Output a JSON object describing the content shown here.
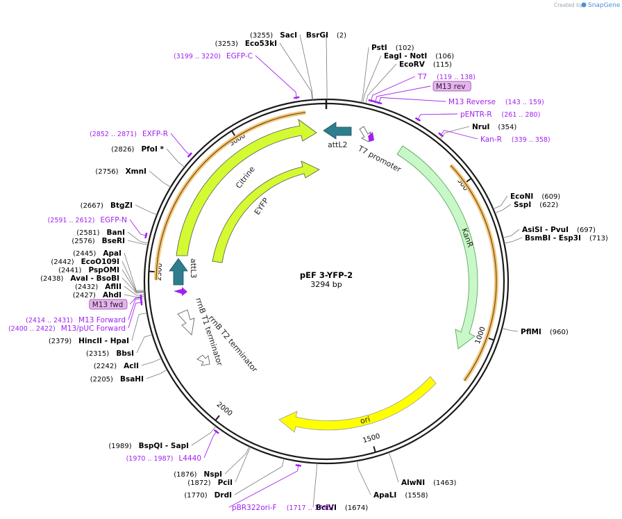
{
  "branding": {
    "prefix": "Created by",
    "name": "SnapGene"
  },
  "map": {
    "name": "pEF 3-YFP-2",
    "size_label": "3294 bp",
    "length": 3294
  },
  "ticks": [
    {
      "pos": 500,
      "label": "500"
    },
    {
      "pos": 1000,
      "label": "1000"
    },
    {
      "pos": 1500,
      "label": "1500"
    },
    {
      "pos": 2000,
      "label": "2000"
    },
    {
      "pos": 2500,
      "label": "2500"
    },
    {
      "pos": 3000,
      "label": "3000"
    }
  ],
  "sites": [
    {
      "pos": 2,
      "label": "BsrGI",
      "coord": "(2)"
    },
    {
      "pos": 102,
      "label": "PstI",
      "coord": "(102)"
    },
    {
      "pos": 106,
      "label": "EagI - NotI",
      "coord": "(106)"
    },
    {
      "pos": 115,
      "label": "EcoRV",
      "coord": "(115)"
    },
    {
      "pos": 354,
      "label": "NruI",
      "coord": "(354)"
    },
    {
      "pos": 609,
      "label": "EcoNI",
      "coord": "(609)"
    },
    {
      "pos": 622,
      "label": "SspI",
      "coord": "(622)"
    },
    {
      "pos": 697,
      "label": "AsiSI - PvuI",
      "coord": "(697)"
    },
    {
      "pos": 713,
      "label": "BsmBI - Esp3I",
      "coord": "(713)"
    },
    {
      "pos": 960,
      "label": "PflMI",
      "coord": "(960)"
    },
    {
      "pos": 1463,
      "label": "AlwNI",
      "coord": "(1463)"
    },
    {
      "pos": 1558,
      "label": "ApaLI",
      "coord": "(1558)"
    },
    {
      "pos": 1674,
      "label": "BciVI",
      "coord": "(1674)"
    },
    {
      "pos": 1770,
      "label": "DrdI",
      "coord": "(1770)"
    },
    {
      "pos": 1872,
      "label": "PciI",
      "coord": "(1872)"
    },
    {
      "pos": 1876,
      "label": "NspI",
      "coord": "(1876)"
    },
    {
      "pos": 1989,
      "label": "BspQI - SapI",
      "coord": "(1989)"
    },
    {
      "pos": 2205,
      "label": "BsaHI",
      "coord": "(2205)"
    },
    {
      "pos": 2242,
      "label": "AclI",
      "coord": "(2242)"
    },
    {
      "pos": 2315,
      "label": "BbsI",
      "coord": "(2315)"
    },
    {
      "pos": 2379,
      "label": "HincII - HpaI",
      "coord": "(2379)"
    },
    {
      "pos": 2427,
      "label": "AhdI",
      "coord": "(2427)"
    },
    {
      "pos": 2432,
      "label": "AflII",
      "coord": "(2432)"
    },
    {
      "pos": 2438,
      "label": "AvaI - BsoBI",
      "coord": "(2438)"
    },
    {
      "pos": 2441,
      "label": "PspOMI",
      "coord": "(2441)"
    },
    {
      "pos": 2442,
      "label": "EcoO109I",
      "coord": "(2442)"
    },
    {
      "pos": 2445,
      "label": "ApaI",
      "coord": "(2445)"
    },
    {
      "pos": 2576,
      "label": "BseRI",
      "coord": "(2576)"
    },
    {
      "pos": 2581,
      "label": "BanI",
      "coord": "(2581)"
    },
    {
      "pos": 2667,
      "label": "BtgZI",
      "coord": "(2667)"
    },
    {
      "pos": 2756,
      "label": "XmnI",
      "coord": "(2756)"
    },
    {
      "pos": 2826,
      "label": "PfoI *",
      "coord": "(2826)"
    },
    {
      "pos": 3253,
      "label": "Eco53kI",
      "coord": "(3253)"
    },
    {
      "pos": 3255,
      "label": "SacI",
      "coord": "(3255)"
    }
  ],
  "primers": [
    {
      "pos": 3210,
      "label": "EGFP-C",
      "coord": "(3199 .. 3220)"
    },
    {
      "pos": 128,
      "label": "T7",
      "coord": "(119 .. 138)"
    },
    {
      "pos": 140,
      "label": "M13 rev",
      "tagged": true
    },
    {
      "pos": 151,
      "label": "M13 Reverse",
      "coord": "(143 .. 159)"
    },
    {
      "pos": 270,
      "label": "pENTR-R",
      "coord": "(261 .. 280)"
    },
    {
      "pos": 348,
      "label": "Kan-R",
      "coord": "(339 .. 358)"
    },
    {
      "pos": 2862,
      "label": "EXFP-R",
      "coord": "(2852 .. 2871)"
    },
    {
      "pos": 2601,
      "label": "EGFP-N",
      "coord": "(2591 .. 2612)"
    },
    {
      "pos": 2425,
      "label": "M13 fwd",
      "tagged": true
    },
    {
      "pos": 2422,
      "label": "M13 Forward",
      "coord": "(2414 .. 2431)"
    },
    {
      "pos": 2411,
      "label": "M13/pUC Forward",
      "coord": "(2400 .. 2422)"
    },
    {
      "pos": 1978,
      "label": "L4440",
      "coord": "(1970 .. 1987)"
    },
    {
      "pos": 1726,
      "label": "pBR322ori-F",
      "coord": "(1717 .. 1736)"
    }
  ],
  "features": [
    {
      "label": "Citrine",
      "color": "#d4fa32"
    },
    {
      "label": "EYFP",
      "color": "#d4fa32"
    },
    {
      "label": "KanR",
      "color": "#c8f7c8"
    },
    {
      "label": "ori",
      "color": "#ffff00"
    },
    {
      "label": "attL2",
      "color": "#2e7d8f"
    },
    {
      "label": "attL3",
      "color": "#2e7d8f"
    },
    {
      "label": "T7 promoter",
      "color": "#ffffff"
    },
    {
      "label": "rrnB T1 terminator",
      "color": "#ffffff"
    },
    {
      "label": "rrnB T2 terminator",
      "color": "#ffffff"
    }
  ],
  "colors": {
    "backbone": "#1a1a1a",
    "orf": "#f5a623",
    "primer": "#a020f0",
    "site_line": "#777777"
  }
}
